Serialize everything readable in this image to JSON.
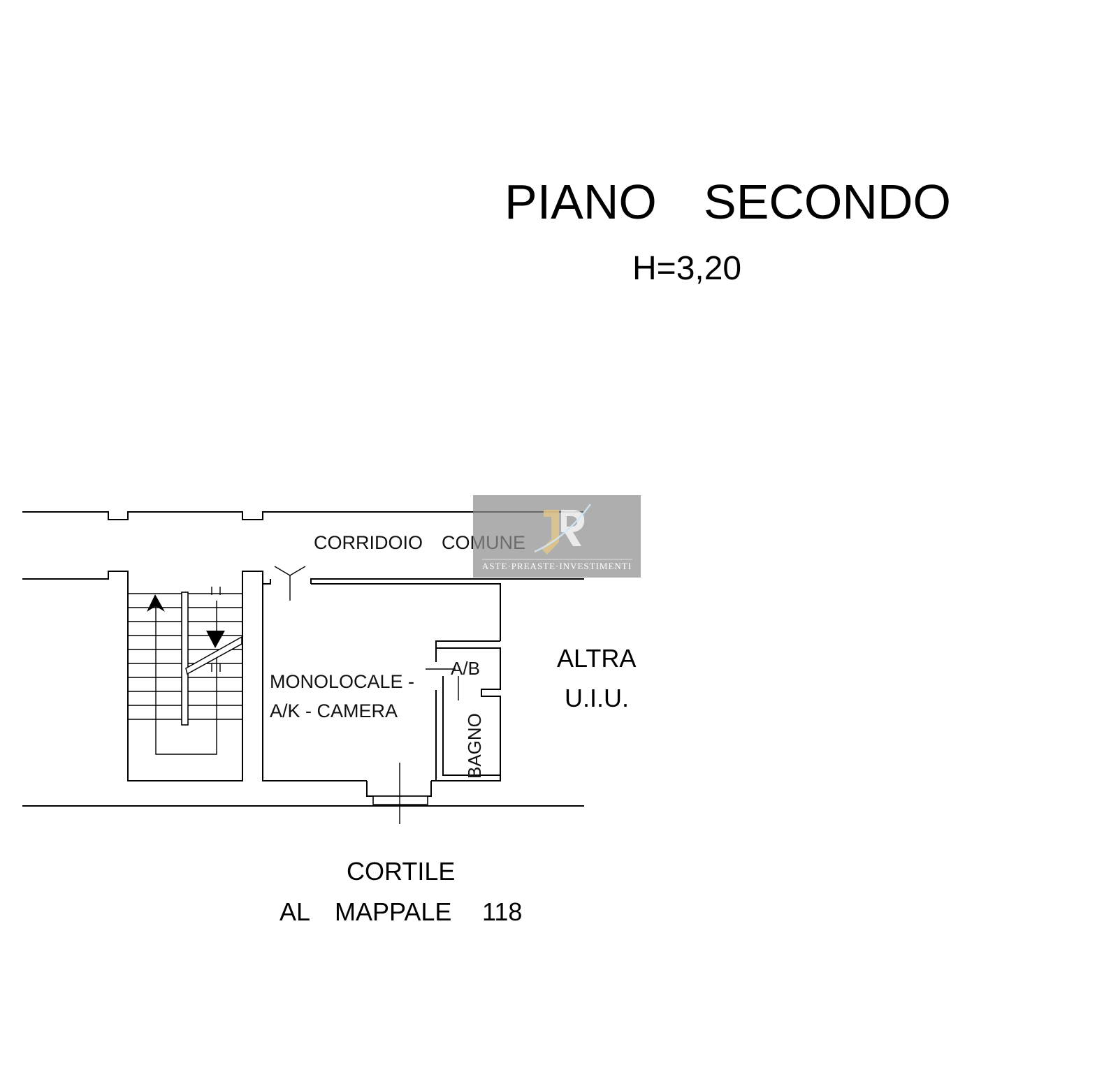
{
  "title": {
    "line1_left": "PIANO",
    "line1_right": "SECONDO",
    "height": "H=3,20"
  },
  "rooms": {
    "corridor": [
      "CORRIDOIO",
      "COMUNE"
    ],
    "main_room_line1": "MONOLOCALE -",
    "main_room_line2": "A/K - CAMERA",
    "ab": "A/B",
    "bathroom": "BAGNO",
    "other_unit_line1": "ALTRA",
    "other_unit_line2": "U.I.U.",
    "courtyard_line1": "CORTILE",
    "courtyard_line2": [
      "AL",
      "MAPPALE",
      "118"
    ]
  },
  "watermark": {
    "text": "ASTE·PREASTE·INVESTIMENTI"
  }
}
